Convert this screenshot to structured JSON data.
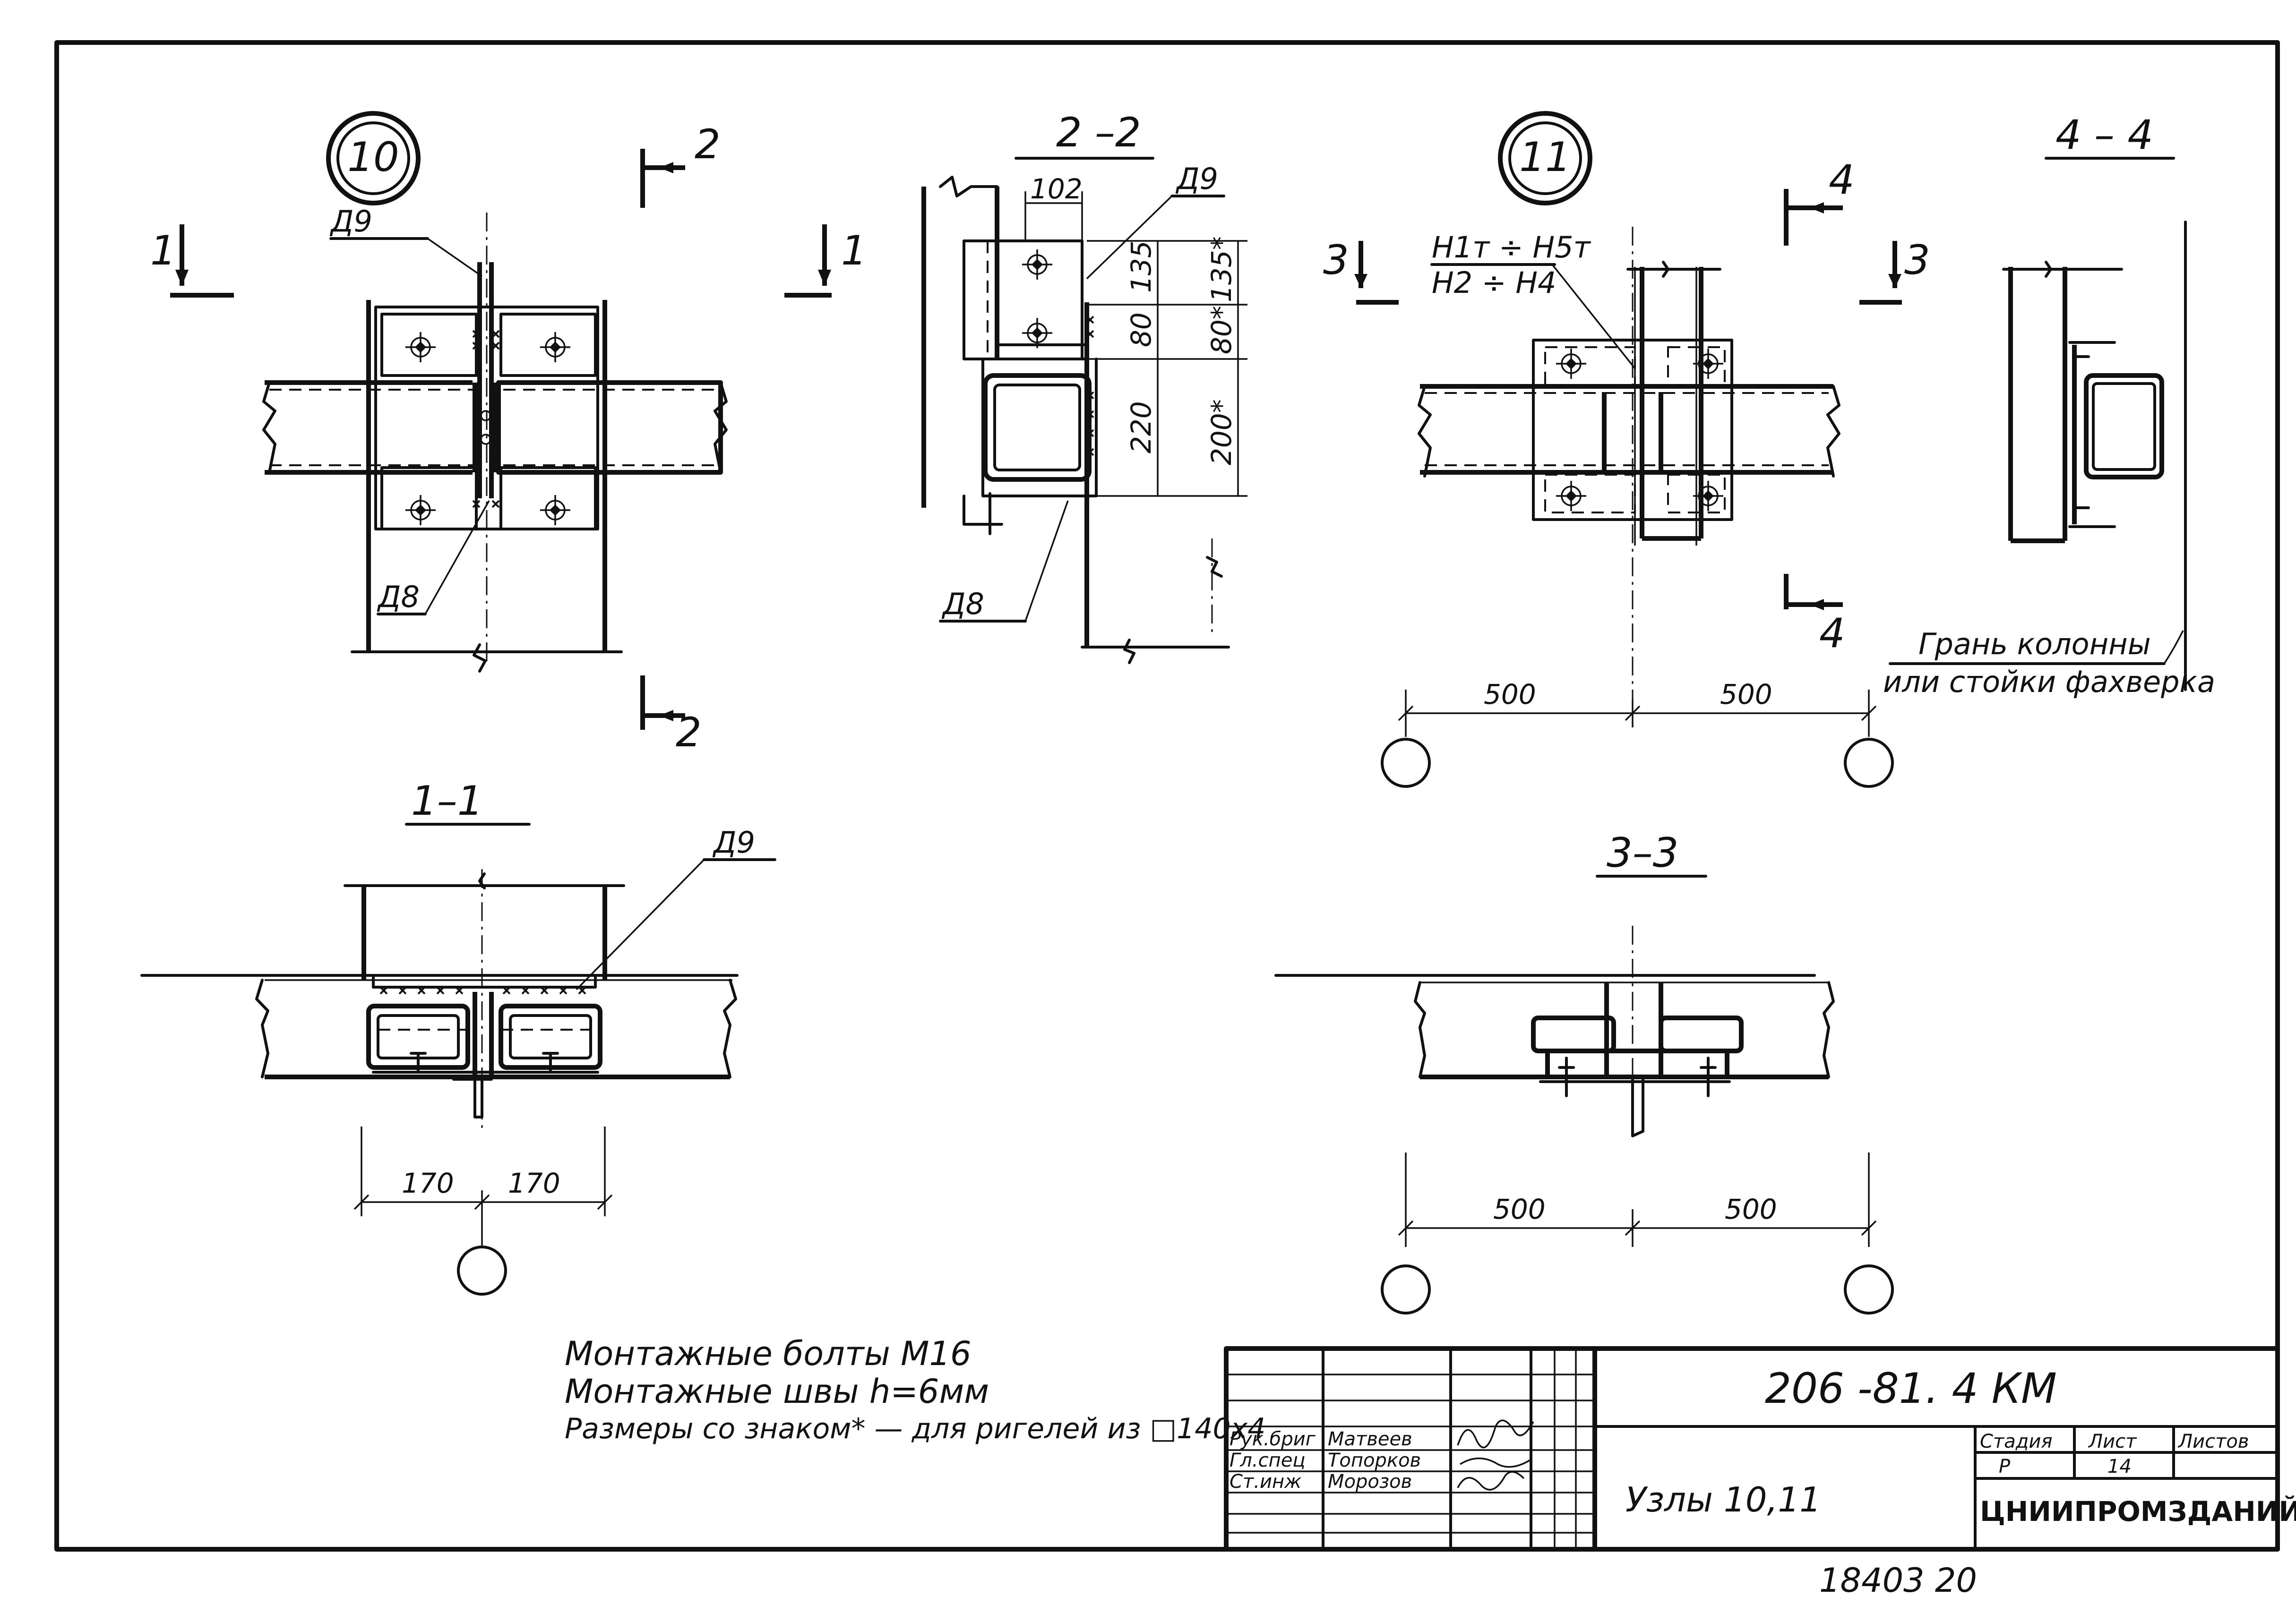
{
  "node_markers": {
    "node_10": "10",
    "node_11": "11"
  },
  "section_titles": {
    "s11": "1–1",
    "s22": "2 –2",
    "s33": "3–3",
    "s44": "4 – 4"
  },
  "section_marks": {
    "one": "1",
    "two": "2",
    "three": "3",
    "four": "4"
  },
  "part_labels": {
    "d9": "Д9",
    "d8": "Д8",
    "bolts_h": "Н1т ÷ Н5т",
    "bolts_h2": "Н2 ÷ Н4"
  },
  "dimensions": {
    "d102": "102",
    "d135": "135",
    "d135s": "135*",
    "d80": "80",
    "d80s": "80*",
    "d220": "220",
    "d200s": "200*",
    "d500": "500",
    "d170": "170"
  },
  "column_face_note": {
    "line1": "Грань колонны",
    "line2": "или стойки фахверка"
  },
  "general_notes": [
    "Монтажные болты М16",
    "Монтажные швы h=6мм",
    "Размеры со знаком* — для ригелей из □140х4"
  ],
  "title_block": {
    "doc_code": "206 -81. 4 КМ",
    "sheet_title": "Узлы 10,11",
    "stage_label": "Стадия",
    "stage_value": "Р",
    "sheet_label": "Лист",
    "sheet_value": "14",
    "sheets_label": "Листов",
    "organization": "ЦНИИПРОМЗДАНИЙ",
    "roles": [
      {
        "role": "Рук.бриг",
        "name": "Матвеев"
      },
      {
        "role": "Гл.спец",
        "name": "Топорков"
      },
      {
        "role": "Ст.инж",
        "name": "Морозов"
      }
    ]
  },
  "footer_stamp": "18403 20"
}
